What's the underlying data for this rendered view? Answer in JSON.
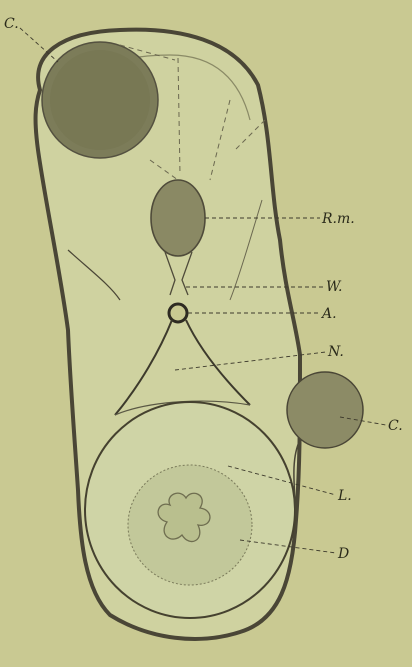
{
  "figure": {
    "background": "#c9c992",
    "labels": {
      "c_top": "C.",
      "rm": "R.m.",
      "w": "W.",
      "a": "A.",
      "n": "N.",
      "c_right": "C.",
      "l": "L.",
      "d": "D"
    }
  }
}
